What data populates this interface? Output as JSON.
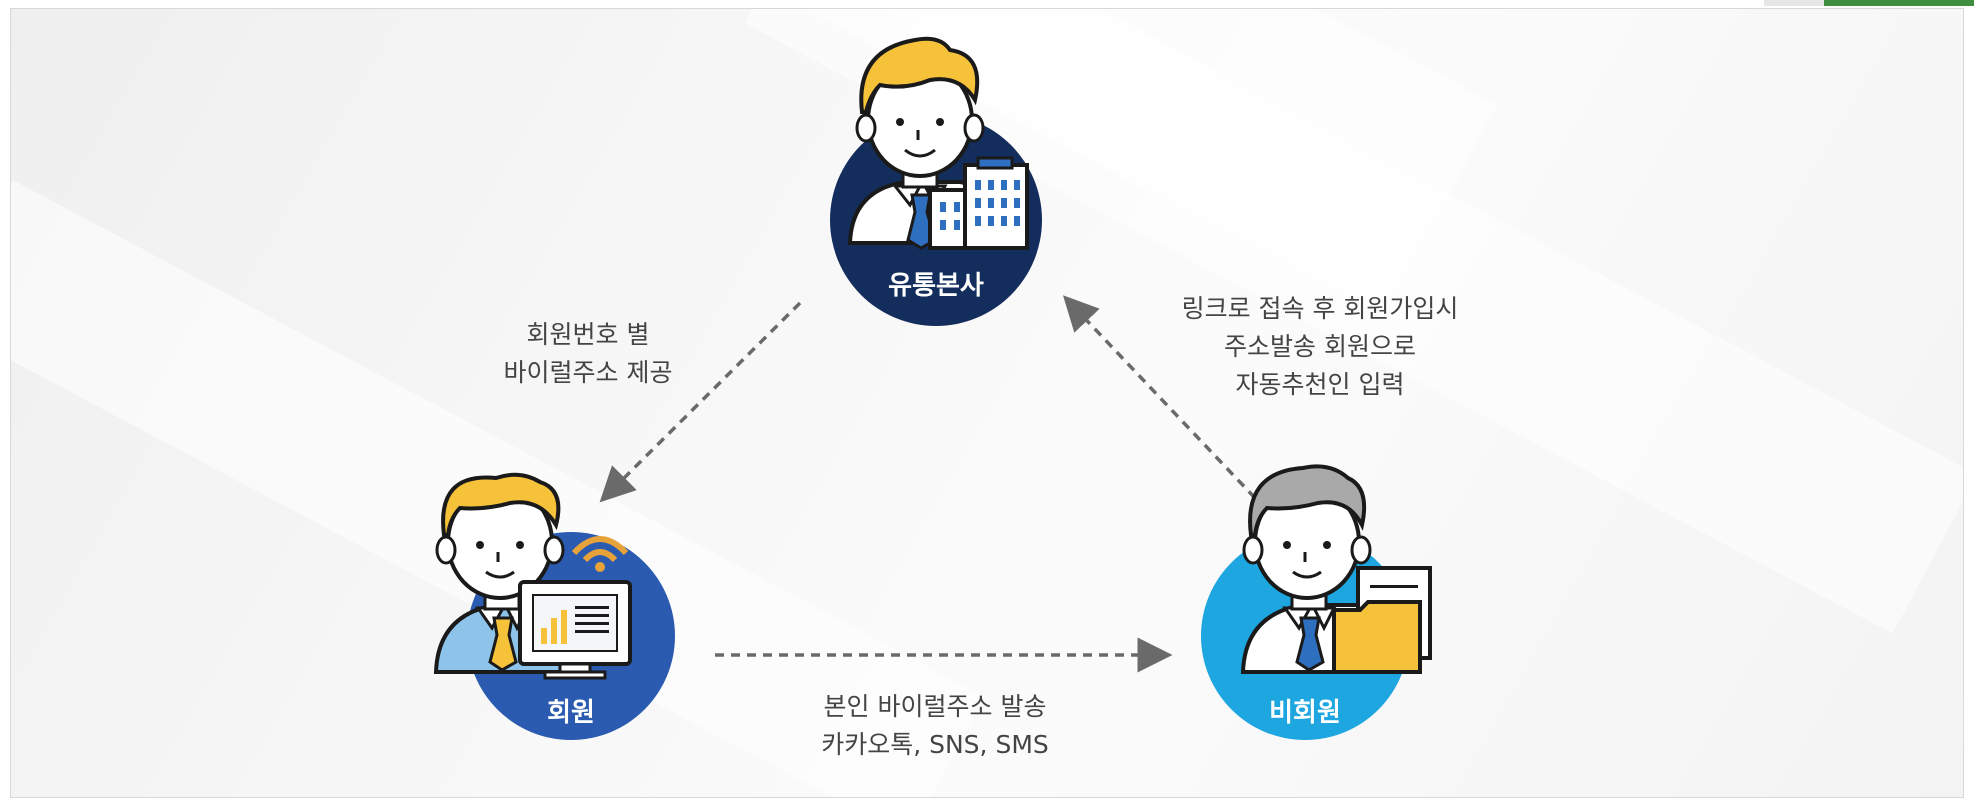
{
  "nodes": {
    "hq": {
      "label": "유통본사",
      "color": "#132e5c"
    },
    "member": {
      "label": "회원",
      "color": "#2a5bb0"
    },
    "nonmember": {
      "label": "비회원",
      "color": "#1ea6e0"
    }
  },
  "edges": {
    "hq_to_member": {
      "lines": [
        "회원번호 별",
        "바이럴주소 제공"
      ]
    },
    "member_to_nonmember": {
      "lines": [
        "본인 바이럴주소 발송",
        "카카오톡, SNS, SMS"
      ]
    },
    "nonmember_to_hq": {
      "lines": [
        "링크로 접속 후 회원가입시",
        "주소발송 회원으로",
        "자동추천인 입력"
      ]
    }
  },
  "colors": {
    "hair_yellow": "#f5c23a",
    "hair_gray": "#a9a9a9",
    "skin": "#ffffff",
    "tie": "#2f6fbf",
    "arrow": "#6a6a6a",
    "text": "#444444"
  },
  "icons": [
    "person-icon",
    "building-icon",
    "monitor-icon",
    "wifi-icon",
    "folder-icon"
  ]
}
